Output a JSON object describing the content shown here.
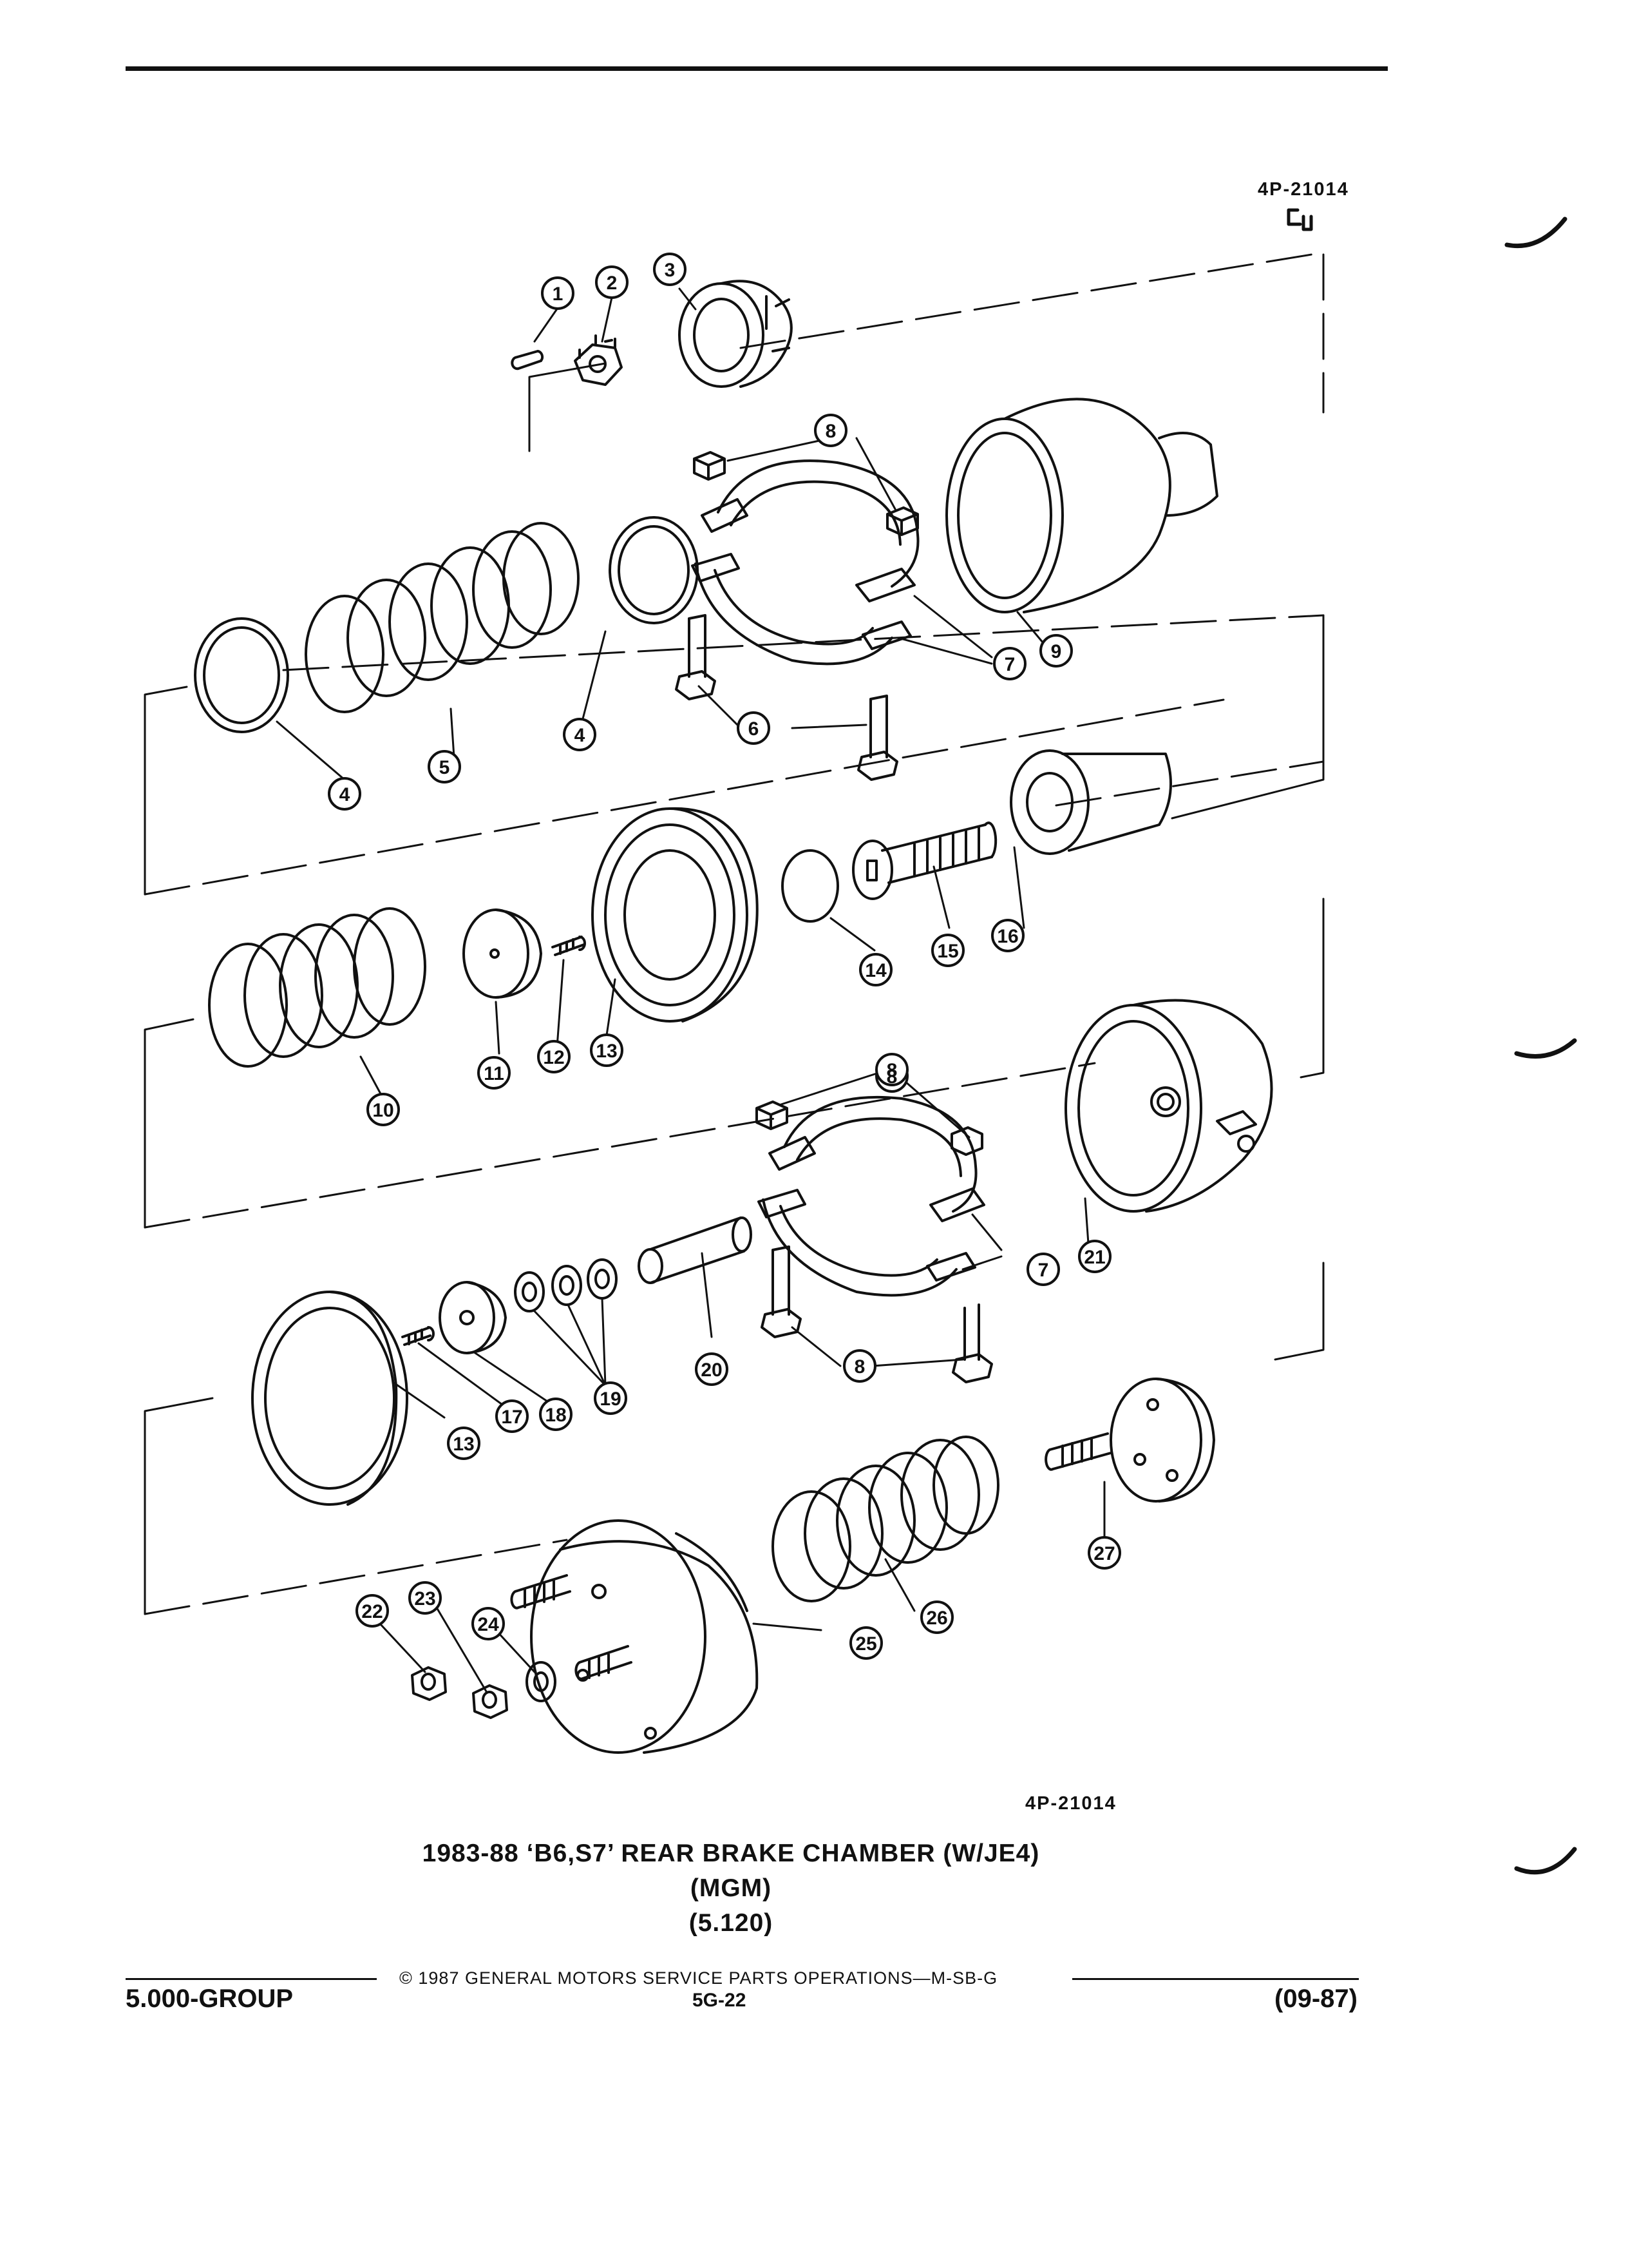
{
  "header": {
    "reference_top": "4P-21014",
    "reference_bottom": "4P-21014"
  },
  "callouts": [
    "1",
    "2",
    "3",
    "4",
    "4",
    "5",
    "6",
    "7",
    "8",
    "8",
    "9",
    "10",
    "11",
    "12",
    "13",
    "13",
    "14",
    "15",
    "16",
    "17",
    "18",
    "19",
    "20",
    "7",
    "8",
    "8",
    "21",
    "22",
    "23",
    "24",
    "25",
    "26",
    "27"
  ],
  "title": {
    "line1": "1983-88 ‘B6,S7’ REAR BRAKE CHAMBER (W/JE4)",
    "line2": "(MGM)",
    "line3": "(5.120)"
  },
  "footer": {
    "copyright": "© 1987  GENERAL MOTORS SERVICE PARTS OPERATIONS—M-SB-G",
    "group": "5.000-GROUP",
    "page": "5G-22",
    "date": "(09-87)"
  }
}
